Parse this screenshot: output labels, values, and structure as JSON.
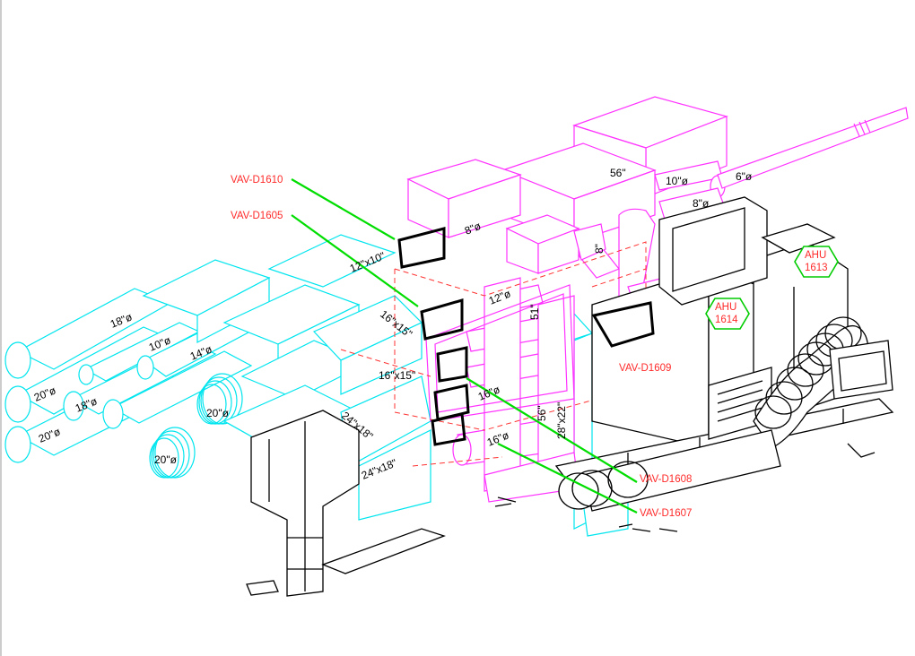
{
  "callouts": {
    "vav_d1610": "VAV-D1610",
    "vav_d1605": "VAV-D1605",
    "vav_d1609": "VAV-D1609",
    "vav_d1608": "VAV-D1608",
    "vav_d1607": "VAV-D1607"
  },
  "ahu_tags": {
    "ahu_1613_line1": "AHU",
    "ahu_1613_line2": "1613",
    "ahu_1614_line1": "AHU",
    "ahu_1614_line2": "1614"
  },
  "duct_sizes": {
    "d18a": "18\"ø",
    "d10": "10\"ø",
    "d14": "14\"ø",
    "d20a": "20\"ø",
    "d18b": "18\"ø",
    "d20b": "20\"ø",
    "d20c": "20\"ø",
    "d20d": "20\"ø",
    "d12x10": "12\"x10\"",
    "d16x15a": "16\"x15\"",
    "d16x15b": "16\"x15\"",
    "d24x18a": "24\"x18\"",
    "d24x18b": "24\"x18\"",
    "d8a": "8\"ø",
    "d12": "12\"ø",
    "d51": "51\"",
    "d16a": "16\"ø",
    "d56a": "56\"",
    "d28x22": "28\"x22\"",
    "d16b": "16\"ø",
    "d56b": "56\"",
    "d10b": "10\"ø",
    "d8b": "8\"ø",
    "d6": "6\"ø",
    "d8c": "8\""
  },
  "colors": {
    "supply_duct": "#00e5ee",
    "return_duct": "#ff33ff",
    "equipment": "#000000",
    "leader": "#00dd00",
    "tag_text": "#ff2a2a"
  }
}
